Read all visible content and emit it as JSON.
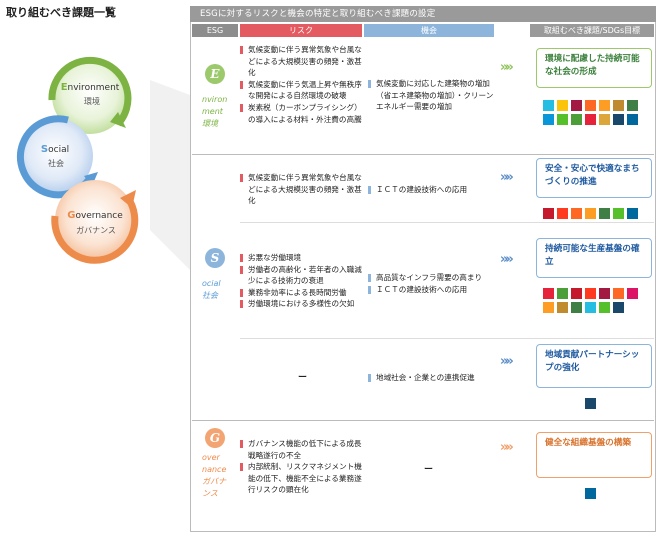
{
  "page_title": "取り組むべき課題一覧",
  "left_diagram": {
    "environment": {
      "initial": "E",
      "rest": "nvironment",
      "jp": "環境",
      "color": "#7cb342"
    },
    "social": {
      "initial": "S",
      "rest": "ocial",
      "jp": "社会",
      "color": "#5b9bd5"
    },
    "governance": {
      "initial": "G",
      "rest": "overnance",
      "jp": "ガバナンス",
      "color": "#ed8b4b"
    }
  },
  "panel": {
    "title": "ESGに対するリスクと機会の特定と取り組むべき課題の設定",
    "col_esg": "ESG",
    "col_risk": "リスク",
    "col_opp": "機会",
    "col_goal": "取組むべき課題/SDGs目標"
  },
  "rows": {
    "environment": {
      "badge": "E",
      "word_lines": [
        "nviron",
        "ment",
        "環境"
      ],
      "risks": [
        "気候変動に伴う異常気象や台風などによる大規模災害の頻発・激甚化",
        "気候変動に伴う気温上昇や無秩序な開発による自然環境の破壊",
        "炭素税（カーボンプライシング）の導入による材料・外注費の高騰"
      ],
      "opportunities": [
        "気候変動に対応した建築物の増加（省エネ建築物の増加）・クリーンエネルギー需要の増加"
      ],
      "goal": "環境に配慮した持続可能な社会の形成"
    },
    "social": {
      "badge": "S",
      "word_lines": [
        "ocial",
        "社会"
      ],
      "sub1": {
        "risks": [
          "気候変動に伴う異常気象や台風などによる大規模災害の頻発・激甚化"
        ],
        "opportunities": [
          "ＩＣＴの建設技術への応用"
        ],
        "goal": "安全・安心で快適なまちづくりの推進"
      },
      "sub2": {
        "risks": [
          "劣悪な労働環境",
          "労働者の高齢化・若年者の入職減少による技術力の衰退",
          "業務非効率による長時間労働",
          "労働環境における多様性の欠如"
        ],
        "opportunities": [
          "高品質なインフラ需要の高まり",
          "ＩＣＴの建設技術への応用"
        ],
        "goal": "持続可能な生産基盤の確立"
      },
      "sub3": {
        "risk_dash": "ー",
        "opportunities": [
          "地域社会・企業との連携促進"
        ],
        "goal": "地域貢献パートナーシップの強化"
      }
    },
    "governance": {
      "badge": "G",
      "word_lines": [
        "over",
        "nance",
        "ガバナ",
        "ンス"
      ],
      "risks": [
        "ガバナンス機能の低下による成長戦略遂行の不全",
        "内部統制、リスクマネジメント機能の低下、機能不全による業務遂行リスクの顕在化"
      ],
      "opp_dash": "ー",
      "goal": "健全な組織基盤の構築"
    }
  },
  "arrow_glyph": "»»",
  "colors": {
    "env": "#7cb342",
    "soc": "#5b9bd5",
    "gov": "#ed8b4b",
    "risk": "#e35a60",
    "opp": "#8db5dc",
    "goal_text": "#1f5aa0",
    "sdg": [
      "#e5243b",
      "#dda63a",
      "#4c9f38",
      "#c5192d",
      "#ff3a21",
      "#26bde2",
      "#fcc30b",
      "#a21942",
      "#fd6925",
      "#dd1367",
      "#fd9d24",
      "#bf8b2e",
      "#3f7e44",
      "#0a97d9",
      "#56c02b",
      "#00689d",
      "#19486a"
    ]
  }
}
